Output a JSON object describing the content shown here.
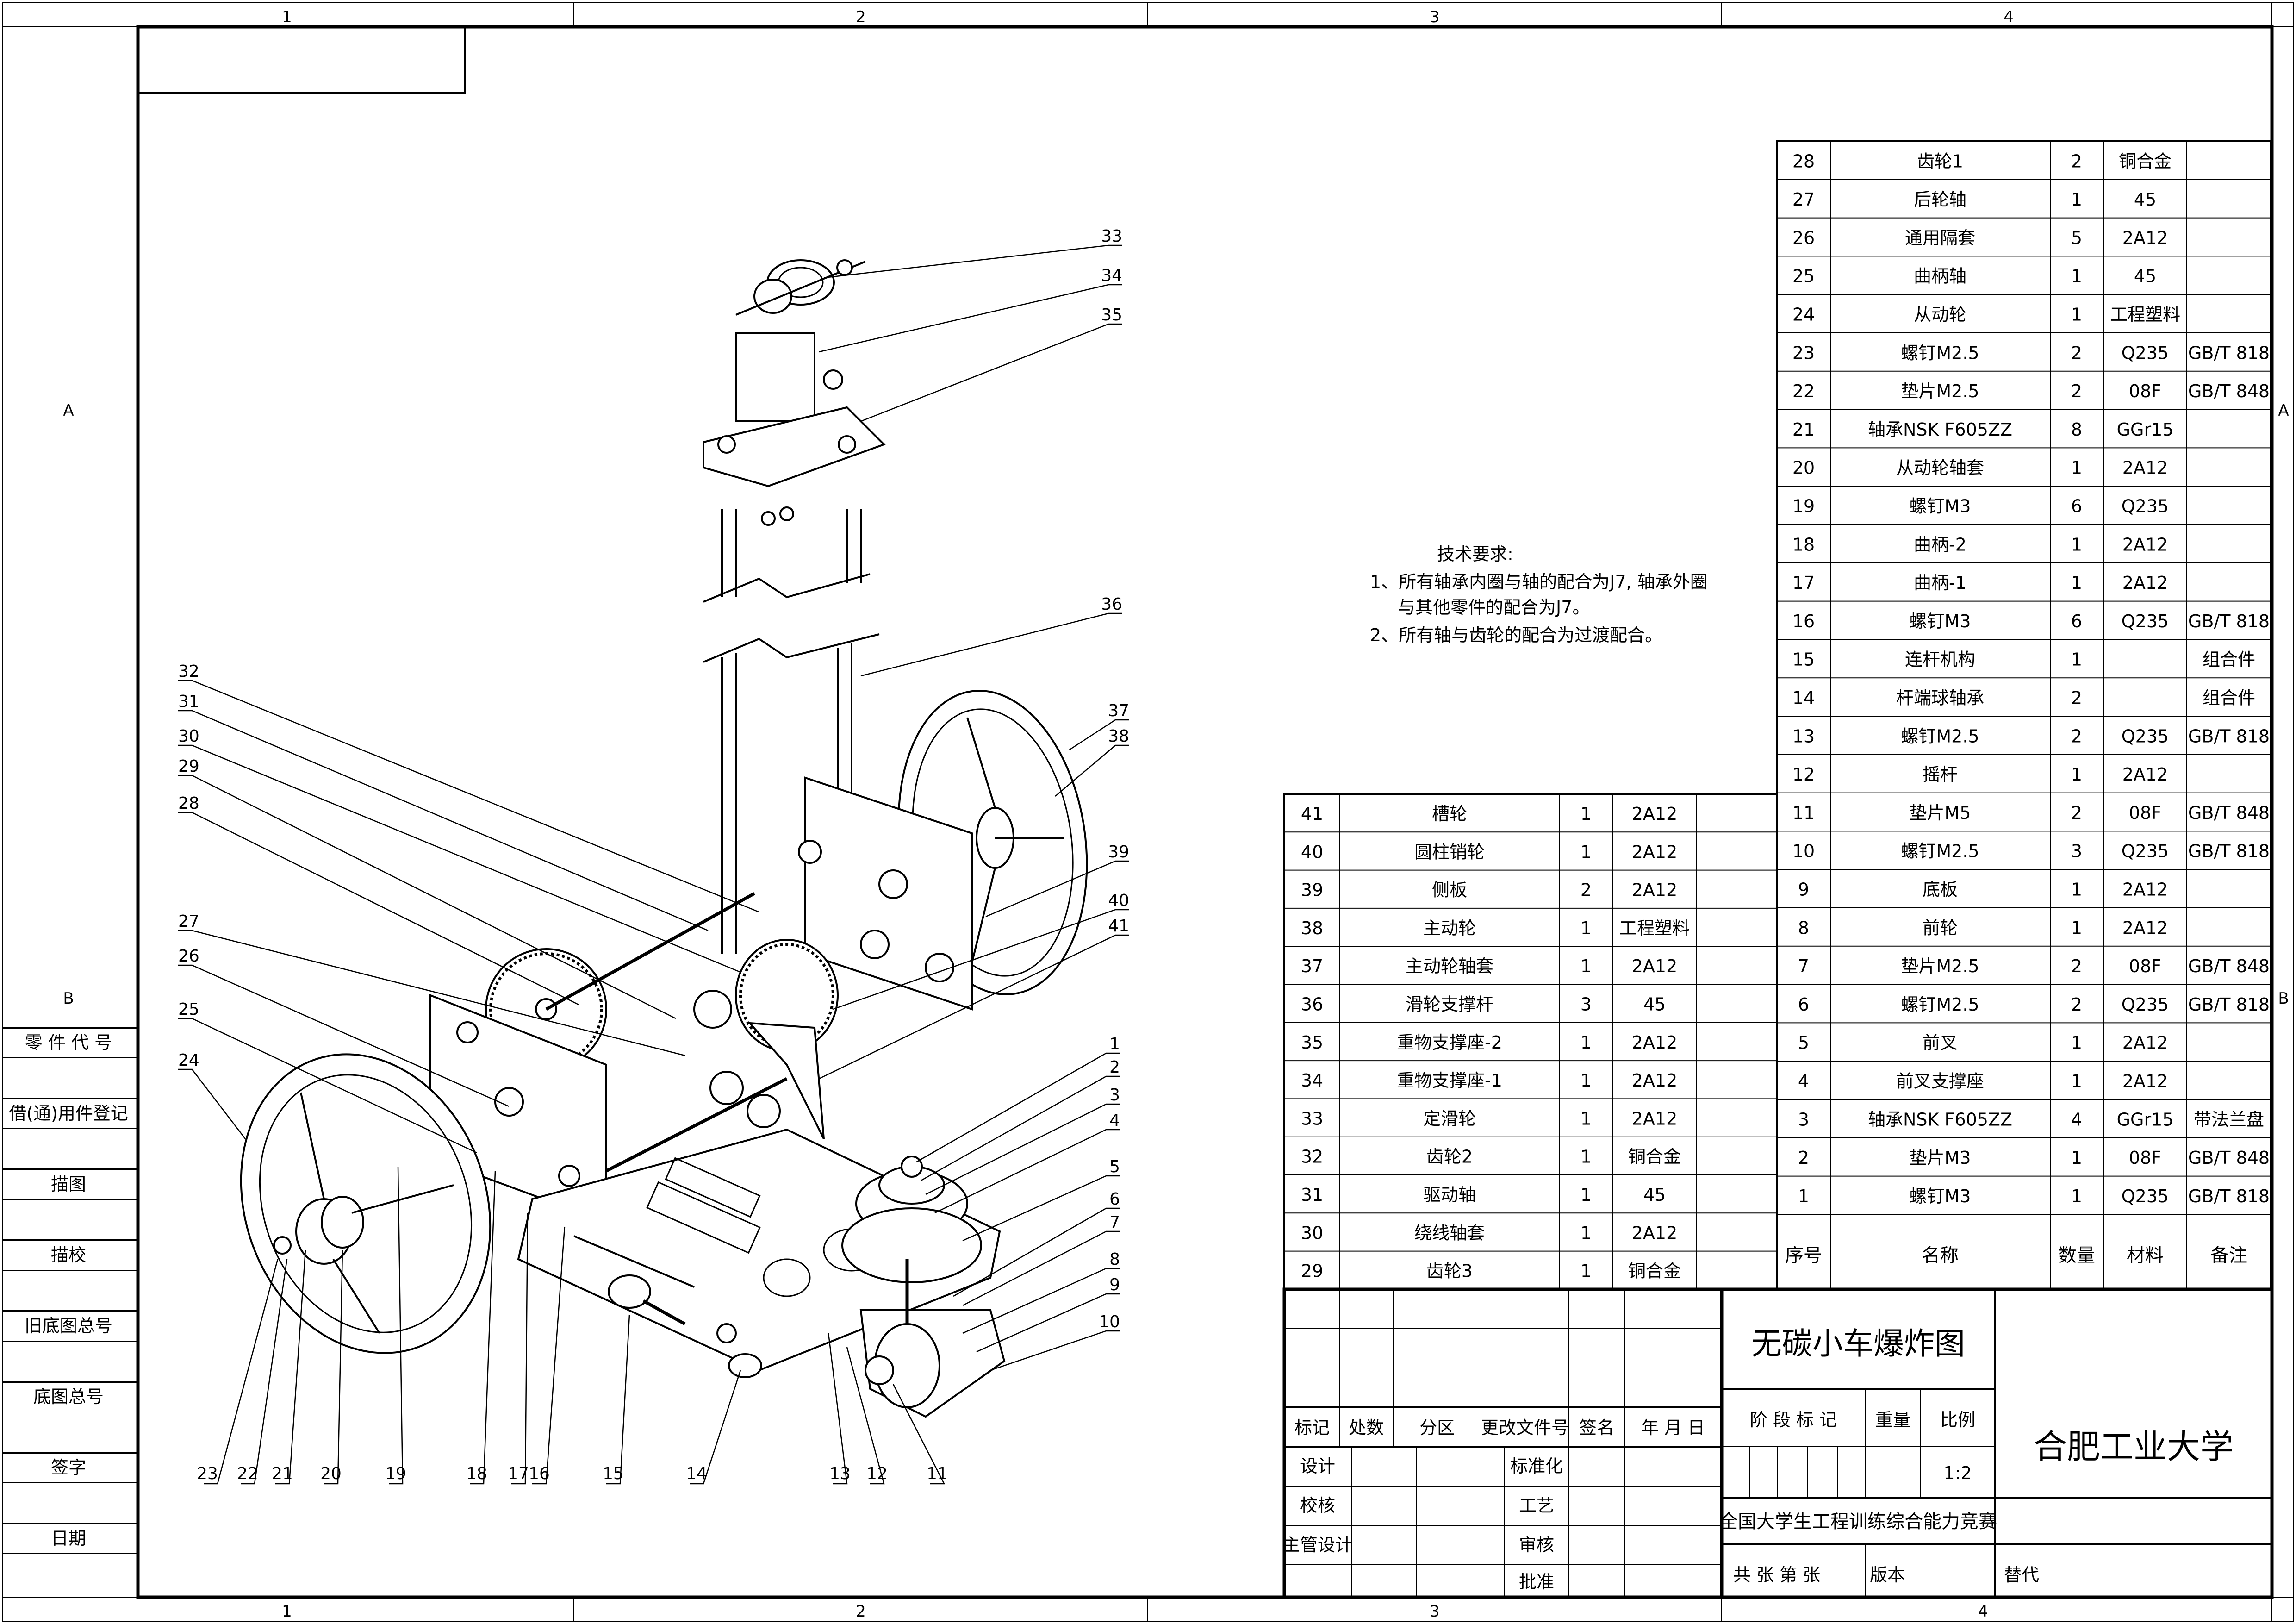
{
  "zone_numbers": {
    "top": [
      "1",
      "2",
      "3",
      "4"
    ],
    "bottom": [
      "1",
      "2",
      "3",
      "4"
    ],
    "left": [
      "A",
      "B"
    ],
    "right": [
      "A",
      "B"
    ]
  },
  "left_margin_labels": [
    "零 件 代 号",
    "借(通)用件登记",
    "描图",
    "描校",
    "旧底图总号",
    "底图总号",
    "签字",
    "日期"
  ],
  "tech_requirements": {
    "title": "技术要求:",
    "line1": "1、所有轴承内圈与轴的配合为J7, 轴承外圈",
    "line2": "与其他零件的配合为J7。",
    "line3": "2、所有轴与齿轮的配合为过渡配合。"
  },
  "bom_right": [
    {
      "no": "28",
      "name": "齿轮1",
      "qty": "2",
      "material": "铜合金",
      "note": ""
    },
    {
      "no": "27",
      "name": "后轮轴",
      "qty": "1",
      "material": "45",
      "note": ""
    },
    {
      "no": "26",
      "name": "通用隔套",
      "qty": "5",
      "material": "2A12",
      "note": ""
    },
    {
      "no": "25",
      "name": "曲柄轴",
      "qty": "1",
      "material": "45",
      "note": ""
    },
    {
      "no": "24",
      "name": "从动轮",
      "qty": "1",
      "material": "工程塑料",
      "note": ""
    },
    {
      "no": "23",
      "name": "螺钉M2.5",
      "qty": "2",
      "material": "Q235",
      "note": "GB/T 818"
    },
    {
      "no": "22",
      "name": "垫片M2.5",
      "qty": "2",
      "material": "08F",
      "note": "GB/T 848"
    },
    {
      "no": "21",
      "name": "轴承NSK F605ZZ",
      "qty": "8",
      "material": "GGr15",
      "note": ""
    },
    {
      "no": "20",
      "name": "从动轮轴套",
      "qty": "1",
      "material": "2A12",
      "note": ""
    },
    {
      "no": "19",
      "name": "螺钉M3",
      "qty": "6",
      "material": "Q235",
      "note": ""
    },
    {
      "no": "18",
      "name": "曲柄-2",
      "qty": "1",
      "material": "2A12",
      "note": ""
    },
    {
      "no": "17",
      "name": "曲柄-1",
      "qty": "1",
      "material": "2A12",
      "note": ""
    },
    {
      "no": "16",
      "name": "螺钉M3",
      "qty": "6",
      "material": "Q235",
      "note": "GB/T 818"
    },
    {
      "no": "15",
      "name": "连杆机构",
      "qty": "1",
      "material": "",
      "note": "组合件"
    },
    {
      "no": "14",
      "name": "杆端球轴承",
      "qty": "2",
      "material": "",
      "note": "组合件"
    },
    {
      "no": "13",
      "name": "螺钉M2.5",
      "qty": "2",
      "material": "Q235",
      "note": "GB/T 818"
    },
    {
      "no": "12",
      "name": "摇杆",
      "qty": "1",
      "material": "2A12",
      "note": ""
    },
    {
      "no": "11",
      "name": "垫片M5",
      "qty": "2",
      "material": "08F",
      "note": "GB/T 848"
    },
    {
      "no": "10",
      "name": "螺钉M2.5",
      "qty": "3",
      "material": "Q235",
      "note": "GB/T 818"
    },
    {
      "no": "9",
      "name": "底板",
      "qty": "1",
      "material": "2A12",
      "note": ""
    },
    {
      "no": "8",
      "name": "前轮",
      "qty": "1",
      "material": "2A12",
      "note": ""
    },
    {
      "no": "7",
      "name": "垫片M2.5",
      "qty": "2",
      "material": "08F",
      "note": "GB/T 848"
    },
    {
      "no": "6",
      "name": "螺钉M2.5",
      "qty": "2",
      "material": "Q235",
      "note": "GB/T 818"
    },
    {
      "no": "5",
      "name": "前叉",
      "qty": "1",
      "material": "2A12",
      "note": ""
    },
    {
      "no": "4",
      "name": "前叉支撑座",
      "qty": "1",
      "material": "2A12",
      "note": ""
    },
    {
      "no": "3",
      "name": "轴承NSK F605ZZ",
      "qty": "4",
      "material": "GGr15",
      "note": "带法兰盘"
    },
    {
      "no": "2",
      "name": "垫片M3",
      "qty": "1",
      "material": "08F",
      "note": "GB/T 848"
    },
    {
      "no": "1",
      "name": "螺钉M3",
      "qty": "1",
      "material": "Q235",
      "note": "GB/T 818"
    }
  ],
  "bom_header": {
    "no": "序号",
    "name": "名称",
    "qty": "数量",
    "material": "材料",
    "note": "备注"
  },
  "bom_left": [
    {
      "no": "41",
      "name": "槽轮",
      "qty": "1",
      "material": "2A12",
      "note": ""
    },
    {
      "no": "40",
      "name": "圆柱销轮",
      "qty": "1",
      "material": "2A12",
      "note": ""
    },
    {
      "no": "39",
      "name": "侧板",
      "qty": "2",
      "material": "2A12",
      "note": ""
    },
    {
      "no": "38",
      "name": "主动轮",
      "qty": "1",
      "material": "工程塑料",
      "note": ""
    },
    {
      "no": "37",
      "name": "主动轮轴套",
      "qty": "1",
      "material": "2A12",
      "note": ""
    },
    {
      "no": "36",
      "name": "滑轮支撑杆",
      "qty": "3",
      "material": "45",
      "note": ""
    },
    {
      "no": "35",
      "name": "重物支撑座-2",
      "qty": "1",
      "material": "2A12",
      "note": ""
    },
    {
      "no": "34",
      "name": "重物支撑座-1",
      "qty": "1",
      "material": "2A12",
      "note": ""
    },
    {
      "no": "33",
      "name": "定滑轮",
      "qty": "1",
      "material": "2A12",
      "note": ""
    },
    {
      "no": "32",
      "name": "齿轮2",
      "qty": "1",
      "material": "铜合金",
      "note": ""
    },
    {
      "no": "31",
      "name": "驱动轴",
      "qty": "1",
      "material": "45",
      "note": ""
    },
    {
      "no": "30",
      "name": "绕线轴套",
      "qty": "1",
      "material": "2A12",
      "note": ""
    },
    {
      "no": "29",
      "name": "齿轮3",
      "qty": "1",
      "material": "铜合金",
      "note": ""
    }
  ],
  "title_block": {
    "drawing_name": "无碳小车爆炸图",
    "university": "合肥工业大学",
    "competition": "全国大学生工程训练综合能力竞赛",
    "rev_headers": [
      "标记",
      "处数",
      "分区",
      "更改文件号",
      "签名",
      "年 月 日"
    ],
    "roles_left": [
      "设计",
      "校核",
      "主管设计"
    ],
    "roles_mid": [
      "标准化",
      "工艺",
      "审核",
      "批准"
    ],
    "stage_label": "阶 段 标 记",
    "weight_label": "重量",
    "scale_label": "比例",
    "scale_value": "1:2",
    "sheets_label": "共  张  第  张",
    "version_label": "版本",
    "replace_label": "替代"
  },
  "balloons_right": [
    "1",
    "2",
    "3",
    "4",
    "5",
    "6",
    "7",
    "8",
    "9",
    "10"
  ],
  "balloons_bottom": [
    "23",
    "22",
    "21",
    "20",
    "19",
    "18",
    "17",
    "16",
    "15",
    "14",
    "13",
    "12",
    "11"
  ],
  "balloons_left": [
    "32",
    "31",
    "30",
    "29",
    "28",
    "27",
    "26",
    "25",
    "24"
  ],
  "balloons_top": [
    "33",
    "34",
    "35",
    "36",
    "37",
    "38",
    "39",
    "40",
    "41"
  ]
}
